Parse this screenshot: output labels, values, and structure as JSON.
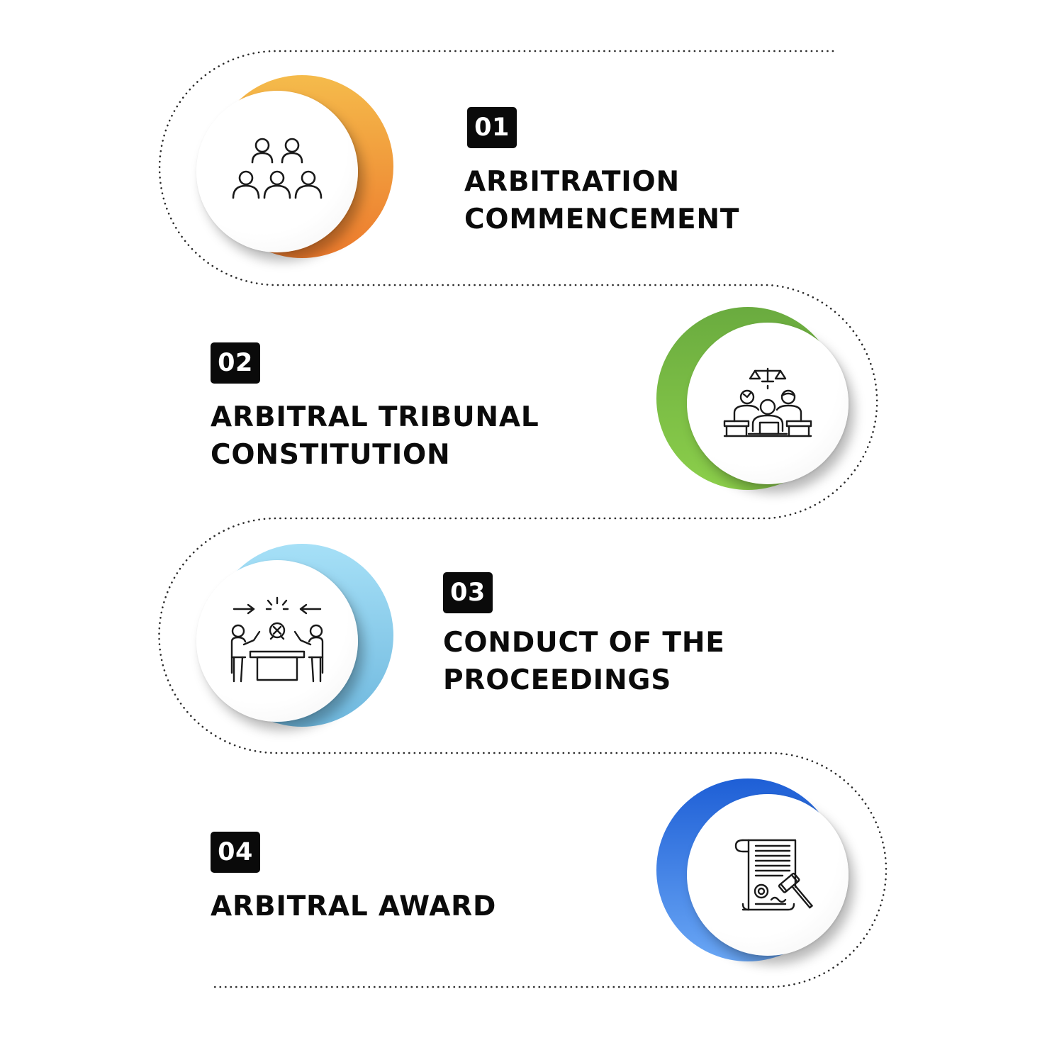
{
  "steps": [
    {
      "number": "01",
      "title_lines": [
        "ARBITRATION",
        "COMMENCEMENT"
      ],
      "icon": "group-of-people-icon",
      "accent_colors": [
        "#f5bb4b",
        "#ec7a2d"
      ]
    },
    {
      "number": "02",
      "title_lines": [
        "ARBITRAL TRIBUNAL",
        "CONSTITUTION"
      ],
      "icon": "tribunal-scales-icon",
      "accent_colors": [
        "#6aab3f",
        "#8ccf4b"
      ]
    },
    {
      "number": "03",
      "title_lines": [
        "CONDUCT OF THE",
        "PROCEEDINGS"
      ],
      "icon": "negotiation-table-icon",
      "accent_colors": [
        "#a6e0f7",
        "#6fb8de"
      ]
    },
    {
      "number": "04",
      "title_lines": [
        "ARBITRAL AWARD"
      ],
      "icon": "award-document-gavel-icon",
      "accent_colors": [
        "#1e5fd6",
        "#6aa7f5"
      ]
    }
  ],
  "line_color": "#2a2a2a"
}
